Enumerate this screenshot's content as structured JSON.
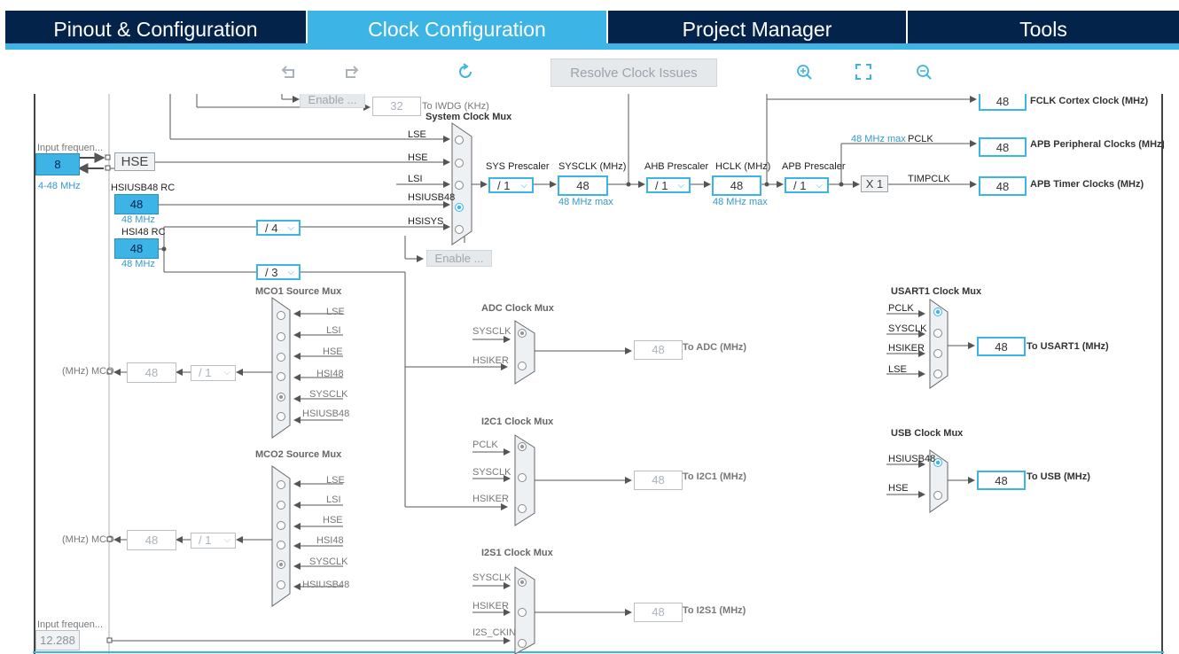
{
  "tabs": [
    {
      "label": "Pinout & Configuration",
      "active": false
    },
    {
      "label": "Clock Configuration",
      "active": true
    },
    {
      "label": "Project Manager",
      "active": false
    },
    {
      "label": "Tools",
      "active": false
    }
  ],
  "toolbar": {
    "undo_icon": "undo-icon",
    "redo_icon": "redo-icon",
    "reset_icon": "refresh-icon",
    "resolve_label": "Resolve Clock Issues",
    "zoom_in_icon": "zoom-in-icon",
    "fit_icon": "fit-to-screen-icon",
    "zoom_out_icon": "zoom-out-icon"
  },
  "colors": {
    "nav_bg": "#03234b",
    "accent": "#3cb4e6",
    "disabled": "#b9c0c6"
  },
  "sources": {
    "hse_input_label": "Input frequen...",
    "hse_input_value": "8",
    "hse_range": "4-48 MHz",
    "hse_label": "HSE",
    "hsiusb48_label": "HSIUSB48 RC",
    "hsiusb48_value": "48",
    "hsiusb48_unit": "48 MHz",
    "hsi48_label": "HSI48 RC",
    "hsi48_value": "48",
    "hsi48_unit": "48 MHz",
    "i2s_input_label": "Input frequen...",
    "i2s_input_value": "12.288"
  },
  "iwdg": {
    "enable_label": "Enable ...",
    "value": "32",
    "dest": "To IWDG (KHz)"
  },
  "hsi48_div4": "/ 4",
  "hsi48_div3": "/ 3",
  "system_mux": {
    "title": "System Clock Mux",
    "inputs": [
      "LSE",
      "HSE",
      "LSI",
      "HSIUSB48",
      "HSISYS"
    ],
    "enable_label": "Enable ..."
  },
  "main_chain": {
    "sys_prescaler_label": "SYS Prescaler",
    "sys_prescaler_value": "/ 1",
    "sysclk_label": "SYSCLK (MHz)",
    "sysclk_value": "48",
    "sysclk_max": "48 MHz max",
    "ahb_prescaler_label": "AHB Prescaler",
    "ahb_prescaler_value": "/ 1",
    "hclk_label": "HCLK (MHz)",
    "hclk_value": "48",
    "hclk_max": "48 MHz max",
    "apb_prescaler_label": "APB Prescaler",
    "apb_prescaler_value": "/ 1",
    "apb_max": "48 MHz max",
    "pclk_label": "PCLK",
    "timer_mult": "X 1",
    "timpclk_label": "TIMPCLK"
  },
  "outputs": [
    {
      "value": "48",
      "label": "FCLK Cortex Clock (MHz)"
    },
    {
      "value": "48",
      "label": "APB Peripheral Clocks (MHz)"
    },
    {
      "value": "48",
      "label": "APB Timer Clocks (MHz)"
    }
  ],
  "mco1": {
    "title": "MCO1 Source Mux",
    "inputs": [
      "LSE",
      "LSI",
      "HSE",
      "HSI48",
      "SYSCLK",
      "HSIUSB48"
    ],
    "divider": "/ 1",
    "value": "48",
    "dest": "(MHz) MCO"
  },
  "mco2": {
    "title": "MCO2 Source Mux",
    "inputs": [
      "LSE",
      "LSI",
      "HSE",
      "HSI48",
      "SYSCLK",
      "HSIUSB48"
    ],
    "divider": "/ 1",
    "value": "48",
    "dest": "(MHz) MCO"
  },
  "adc": {
    "title": "ADC Clock Mux",
    "inputs": [
      "SYSCLK",
      "HSIKER"
    ],
    "value": "48",
    "dest": "To ADC (MHz)"
  },
  "i2c1": {
    "title": "I2C1 Clock Mux",
    "inputs": [
      "PCLK",
      "SYSCLK",
      "HSIKER"
    ],
    "value": "48",
    "dest": "To I2C1 (MHz)"
  },
  "i2s1": {
    "title": "I2S1 Clock Mux",
    "inputs": [
      "SYSCLK",
      "HSIKER",
      "I2S_CKIN"
    ],
    "value": "48",
    "dest": "To I2S1 (MHz)"
  },
  "usart1": {
    "title": "USART1 Clock Mux",
    "inputs": [
      "PCLK",
      "SYSCLK",
      "HSIKER",
      "LSE"
    ],
    "value": "48",
    "dest": "To USART1 (MHz)"
  },
  "usb": {
    "title": "USB Clock Mux",
    "inputs": [
      "HSIUSB48",
      "HSE"
    ],
    "value": "48",
    "dest": "To USB (MHz)"
  }
}
